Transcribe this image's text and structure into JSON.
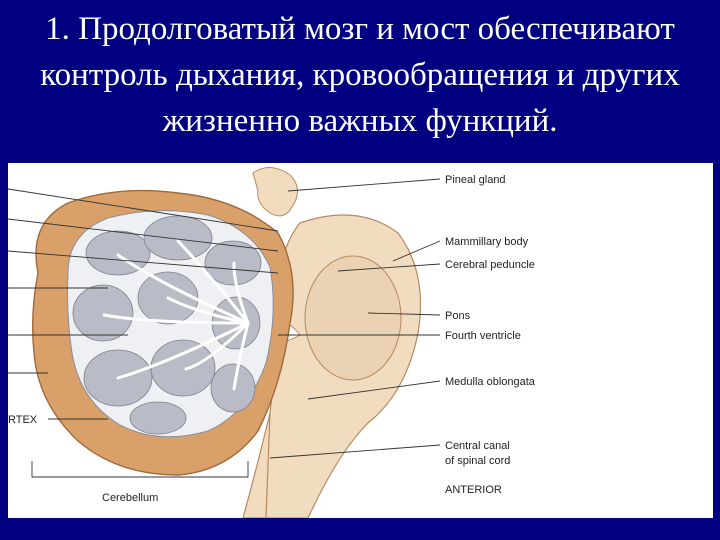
{
  "slide": {
    "title_lines": [
      "1. Продолговатый мозг и мост обеспечивают",
      "контроль дыхания, кровообращения и других",
      "жизненно важных функций."
    ]
  },
  "figure": {
    "labels": {
      "pineal_gland": "Pineal gland",
      "mammillary_body": "Mammillary body",
      "cerebral_peduncle": "Cerebral peduncle",
      "pons": "Pons",
      "fourth_ventricle": "Fourth ventricle",
      "medulla_oblongata": "Medulla oblongata",
      "central_canal_line1": "Central canal",
      "central_canal_line2": "of spinal cord",
      "anterior": "ANTERIOR",
      "cortex_partial": "RTEX",
      "cerebellum": "Cerebellum"
    },
    "colors": {
      "background": "#000080",
      "cortex": "#d9a06a",
      "white_matter": "#eef0f4",
      "folia": "#b9bcc6",
      "brainstem": "#f2dcc0"
    }
  }
}
